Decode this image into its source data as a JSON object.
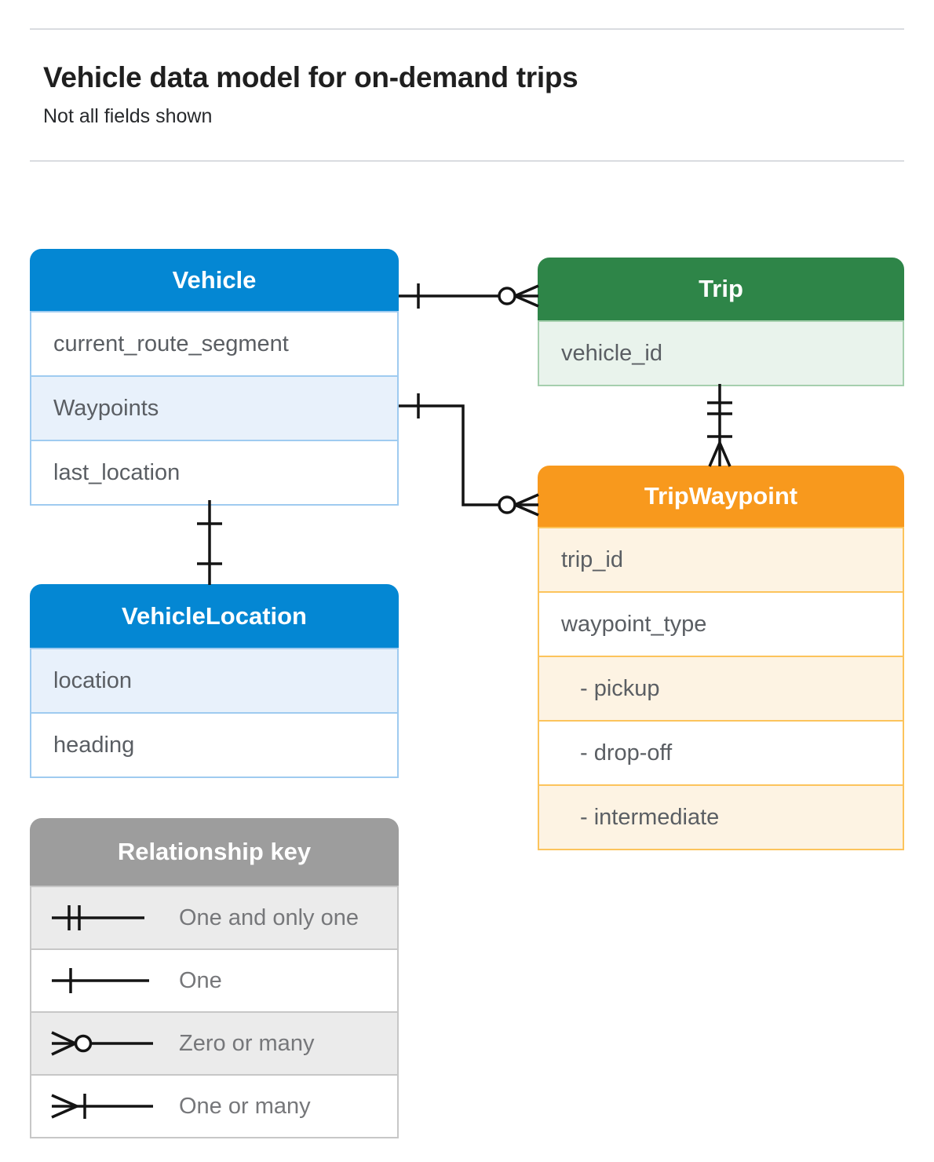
{
  "header": {
    "title": "Vehicle data model for on-demand trips",
    "subtitle": "Not all fields shown"
  },
  "entities": {
    "vehicle": {
      "title": "Vehicle",
      "fields": [
        "current_route_segment",
        "Waypoints",
        "last_location"
      ]
    },
    "trip": {
      "title": "Trip",
      "fields": [
        "vehicle_id"
      ]
    },
    "trip_waypoint": {
      "title": "TripWaypoint",
      "fields": [
        "trip_id",
        "waypoint_type",
        "- pickup",
        "- drop-off",
        "- intermediate"
      ]
    },
    "vehicle_location": {
      "title": "VehicleLocation",
      "fields": [
        "location",
        "heading"
      ]
    }
  },
  "relationships": [
    {
      "from": "Vehicle",
      "to": "Trip",
      "from_cardinality": "one",
      "to_cardinality": "zero-or-many"
    },
    {
      "from": "Vehicle.Waypoints",
      "to": "TripWaypoint",
      "from_cardinality": "one",
      "to_cardinality": "zero-or-many"
    },
    {
      "from": "Trip",
      "to": "TripWaypoint",
      "from_cardinality": "one-and-only-one",
      "to_cardinality": "one-or-many"
    },
    {
      "from": "Vehicle",
      "to": "VehicleLocation",
      "from_cardinality": "one",
      "to_cardinality": "one"
    }
  ],
  "legend": {
    "title": "Relationship key",
    "items": [
      {
        "symbol": "one-and-only-one",
        "label": "One and only one"
      },
      {
        "symbol": "one",
        "label": "One"
      },
      {
        "symbol": "zero-or-many",
        "label": "Zero or many"
      },
      {
        "symbol": "one-or-many",
        "label": "One or many"
      }
    ]
  },
  "colors": {
    "blue_header": "#0487d3",
    "blue_tint": "#e8f1fb",
    "blue_border": "#9fcbf0",
    "green_header": "#2e8548",
    "green_tint": "#e9f3ec",
    "green_border": "#a5cfae",
    "orange_header": "#f8991d",
    "orange_tint": "#fdf3e3",
    "orange_border": "#fcc45c",
    "gray_header": "#9d9d9d",
    "gray_tint": "#ebebeb",
    "field_text": "#5a5e63",
    "connector": "#141414"
  }
}
